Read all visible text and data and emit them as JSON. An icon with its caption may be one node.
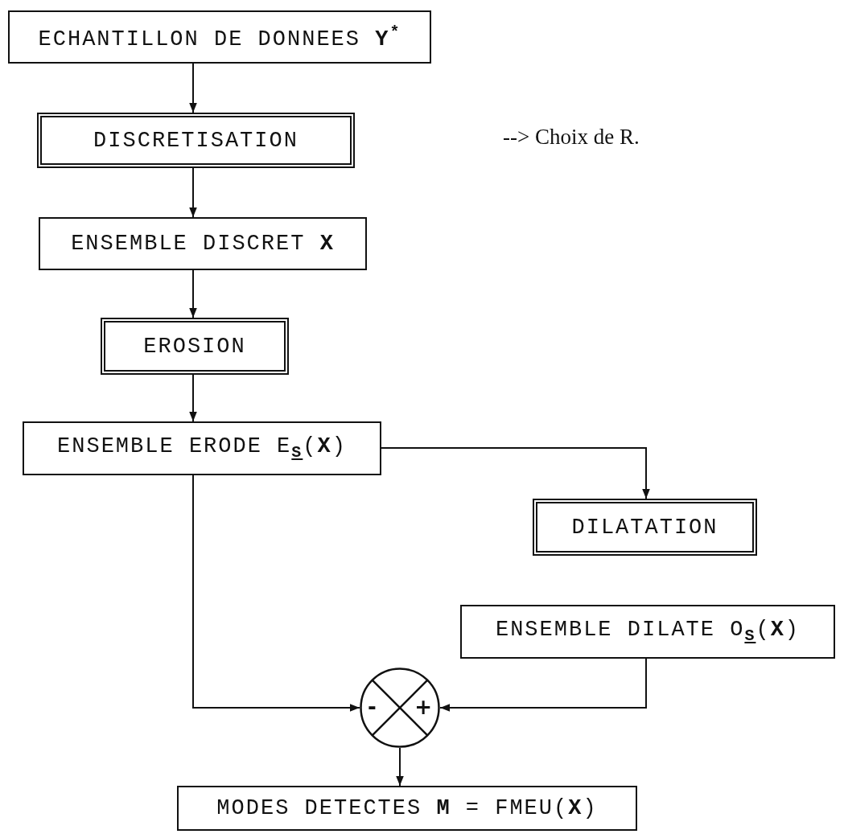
{
  "diagram": {
    "nodes": [
      {
        "text": [
          "ECHANTILLON DE DONNEES **Y**$^{*}$"
        ]
      },
      {
        "text": [
          "DISCRETISATION"
        ]
      },
      {
        "text": [
          "ENSEMBLE DISCRET **X**"
        ]
      },
      {
        "text": [
          "EROSION"
        ]
      },
      {
        "text": [
          "ENSEMBLE ERODE E$_{S}$(**X**)"
        ]
      },
      {
        "text": [
          "DILATATION"
        ]
      },
      {
        "text": [
          "ENSEMBLE DILATE O$_{S}$(**X**)"
        ]
      },
      {
        "text": [
          "-",
          "+"
        ]
      },
      {
        "text": [
          "MODES DETECTES **M** = FMEU(**X**)"
        ]
      }
    ],
    "edges": [
      {
        "from": 0,
        "to": 1,
        "arrow": "to"
      },
      {
        "from": 1,
        "to": 2,
        "arrow": "to"
      },
      {
        "from": 2,
        "to": 3,
        "arrow": "to"
      },
      {
        "from": 3,
        "to": 4,
        "arrow": "to"
      },
      {
        "from": 4,
        "to": 5,
        "arrow": "to"
      },
      {
        "from": 4,
        "to": 7,
        "arrow": "to"
      },
      {
        "from": 6,
        "to": 7,
        "arrow": "to"
      },
      {
        "from": 7,
        "to": 8,
        "arrow": "to"
      }
    ],
    "labels": [
      "--> Choix de R."
    ]
  }
}
